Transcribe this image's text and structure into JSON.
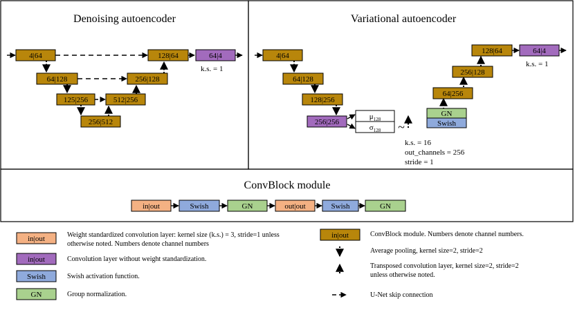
{
  "colors": {
    "convblock": "#b8860b",
    "wsconv": "#f4b183",
    "conv": "#a26bbd",
    "swish": "#8faadc",
    "gn": "#a9d18e",
    "stroke": "#000000"
  },
  "denoising": {
    "title": "Denoising autoencoder",
    "blocks": [
      "4|64",
      "64|128",
      "125|256",
      "256|512",
      "512|256",
      "256|128",
      "128|64"
    ],
    "final": "64|4",
    "ks_note": "k.s. = 1"
  },
  "variational": {
    "title": "Variational autoencoder",
    "enc_blocks": [
      "4|64",
      "64|128",
      "128|256"
    ],
    "latent_conv": "256|256",
    "mu": "μ",
    "mu_sub": "128",
    "sigma": "σ",
    "sigma_sub": "128",
    "tilde": "~",
    "gn": "GN",
    "swish": "Swish",
    "dec_blocks": [
      "64|256",
      "256|128",
      "128|64"
    ],
    "final": "64|4",
    "ks_note": "k.s. = 1",
    "deconv_note": [
      "k.s. = 16",
      "out_channels = 256",
      "stride = 1"
    ]
  },
  "convblock": {
    "title": "ConvBlock module",
    "items": [
      "in|out",
      "Swish",
      "GN",
      "out|out",
      "Swish",
      "GN"
    ]
  },
  "legend": {
    "left": [
      {
        "label": "in|out",
        "text": "Weight standardized convolution layer: kernel size (k.s.) = 3, stride=1 unless",
        "text2": "otherwise noted. Numbers denote channel numbers"
      },
      {
        "label": "in|out",
        "text": "Convolution layer without weight standardization."
      },
      {
        "label": "Swish",
        "text": "Swish activation function."
      },
      {
        "label": "GN",
        "text": "Group normalization."
      }
    ],
    "right": [
      {
        "label": "in|out",
        "text": "ConvBlock module. Numbers denote channel numbers."
      },
      {
        "text": "Average pooling, kernel size=2, stride=2"
      },
      {
        "text": "Transposed convolution layer, kernel size=2, stride=2",
        "text2": "unless otherwise noted."
      },
      {
        "text": "U-Net skip connection"
      }
    ]
  }
}
